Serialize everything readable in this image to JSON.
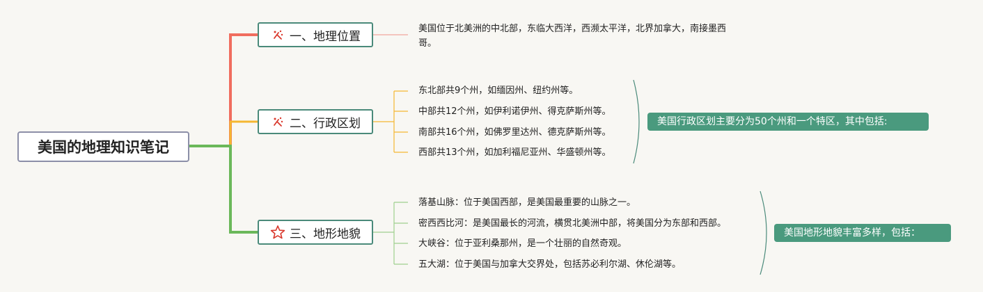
{
  "root": {
    "label": "美国的地理知识笔记"
  },
  "branches": [
    {
      "label": "一、地理位置",
      "icon": "fireworks-icon",
      "color": "#f06d5e",
      "leaves": [
        "美国位于北美洲的中北部，东临大西洋，西濒太平洋，北界加拿大，南接墨西",
        "哥。"
      ]
    },
    {
      "label": "二、行政区划",
      "icon": "fireworks-icon",
      "color": "#f5b731",
      "leaves": [
        "东北部共9个州，如缅因州、纽约州等。",
        "中部共12个州，如伊利诺伊州、得克萨斯州等。",
        "南部共16个州，如佛罗里达州、德克萨斯州等。",
        "西部共13个州，如加利福尼亚州、华盛顿州等。"
      ],
      "summary": "美国行政区划主要分为50个州和一个特区，其中包括:"
    },
    {
      "label": "三、地形地貌",
      "icon": "star-outline-icon",
      "color": "#6bb85a",
      "leaves": [
        "落基山脉：位于美国西部，是美国最重要的山脉之一。",
        "密西西比河：是美国最长的河流，横贯北美洲中部，将美国分为东部和西部。",
        "大峡谷：位于亚利桑那州，是一个壮丽的自然奇观。",
        "五大湖：位于美国与加拿大交界处，包括苏必利尔湖、休伦湖等。"
      ],
      "summary": "美国地形地貌丰富多样，包括："
    }
  ],
  "colors": {
    "node_border": "#4a8a7a",
    "summary_bg": "#4a9a7e",
    "bracket": "#4a8a7a"
  }
}
